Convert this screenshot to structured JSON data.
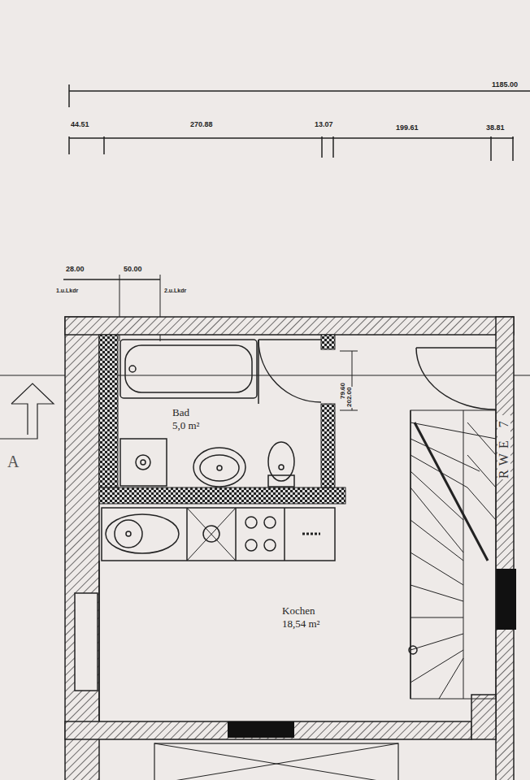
{
  "diagram": {
    "nodes": [
      {
        "text": [
          "Bad",
          "5,0 m²"
        ]
      },
      {
        "text": [
          "Kochen",
          "18,54 m²"
        ]
      }
    ],
    "labels": [
      "1185.00",
      "44.51",
      "270.88",
      "13.07",
      "199.61",
      "38.81",
      "28.00",
      "50.00",
      "1.u.Lkdr",
      "2.u.Lkdr",
      "79.60",
      "202.00",
      "A",
      "RWE 7"
    ]
  }
}
